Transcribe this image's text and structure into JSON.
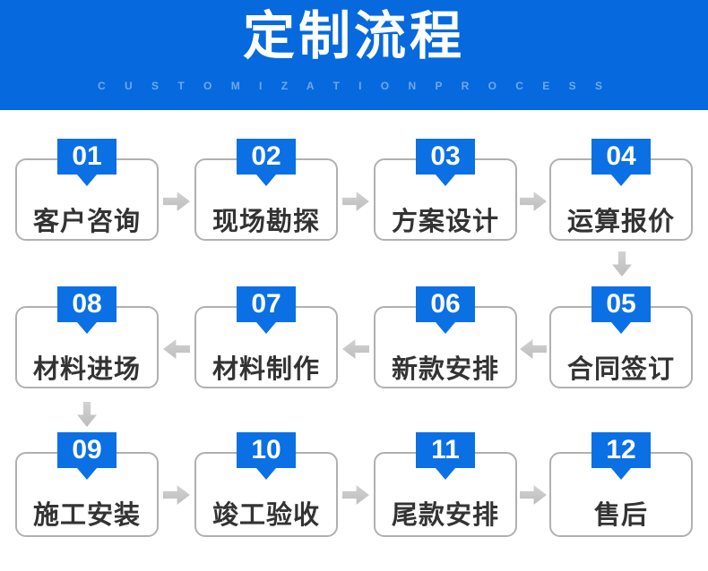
{
  "header": {
    "title": "定制流程",
    "subtitle": "C U S T O M I Z A T I O N   P R O C E S S"
  },
  "colors": {
    "header_bg": "#0669DE",
    "badge_bg": "#0B70E4",
    "box_border": "#B0B0B0",
    "label_text": "#333333",
    "arrow": "#C6C6C6",
    "title_text": "#FFFFFF"
  },
  "steps": [
    {
      "num": "01",
      "label": "客户咨询"
    },
    {
      "num": "02",
      "label": "现场勘探"
    },
    {
      "num": "03",
      "label": "方案设计"
    },
    {
      "num": "04",
      "label": "运算报价"
    },
    {
      "num": "05",
      "label": "合同签订"
    },
    {
      "num": "06",
      "label": "新款安排"
    },
    {
      "num": "07",
      "label": "材料制作"
    },
    {
      "num": "08",
      "label": "材料进场"
    },
    {
      "num": "09",
      "label": "施工安装"
    },
    {
      "num": "10",
      "label": "竣工验收"
    },
    {
      "num": "11",
      "label": "尾款安排"
    },
    {
      "num": "12",
      "label": "售后"
    }
  ]
}
